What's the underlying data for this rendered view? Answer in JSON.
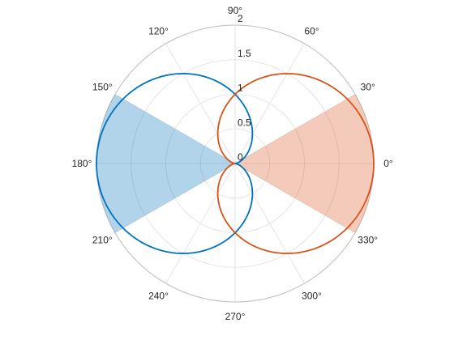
{
  "chart_data": {
    "type": "polar",
    "title": "",
    "theta_unit": "degrees",
    "theta_ticks": [
      0,
      30,
      60,
      90,
      120,
      150,
      180,
      210,
      240,
      270,
      300,
      330
    ],
    "theta_tick_labels": [
      "0°",
      "30°",
      "60°",
      "90°",
      "120°",
      "150°",
      "180°",
      "210°",
      "240°",
      "270°",
      "300°",
      "330°"
    ],
    "r_ticks": [
      0,
      0.5,
      1,
      1.5,
      2
    ],
    "r_tick_labels": [
      "0",
      "0.5",
      "1",
      "1.5",
      "2"
    ],
    "rlim": [
      0,
      2
    ],
    "r_tick_angle_deg": 90,
    "grid": true,
    "series": [
      {
        "kind": "line",
        "function": "r = 1 - cos(theta)",
        "theta_range_deg": [
          0,
          360
        ],
        "color": "#0072BD"
      },
      {
        "kind": "line",
        "function": "r = 1 + cos(theta)",
        "theta_range_deg": [
          0,
          360
        ],
        "color": "#D95319"
      },
      {
        "kind": "wedge",
        "theta_range_deg": [
          150,
          210
        ],
        "r_range": [
          0,
          2
        ],
        "color": "#0072BD",
        "opacity": 0.3
      },
      {
        "kind": "wedge",
        "theta_range_deg": [
          -30,
          30
        ],
        "r_range": [
          0,
          2
        ],
        "color": "#D95319",
        "opacity": 0.3
      }
    ],
    "colors": {
      "grid": "#DFDFDF",
      "axis_circle": "#BDBDBD",
      "text": "#262626"
    }
  }
}
